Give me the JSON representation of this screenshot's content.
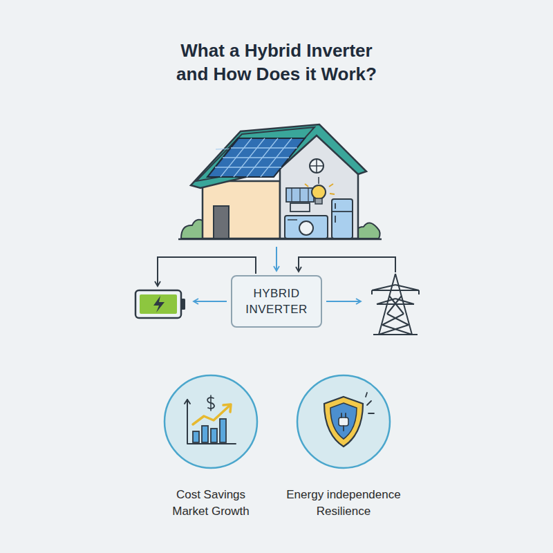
{
  "diagram": {
    "title": "What a Hybrid Inverter and How Does it Work?",
    "nodes": [
      {
        "text": [
          "HYBRID INVERTER"
        ]
      },
      {
        "text": [
          "Cost Savings",
          "Market Growth"
        ]
      },
      {
        "text": [
          "Energy independence",
          "Resilience"
        ]
      }
    ]
  }
}
